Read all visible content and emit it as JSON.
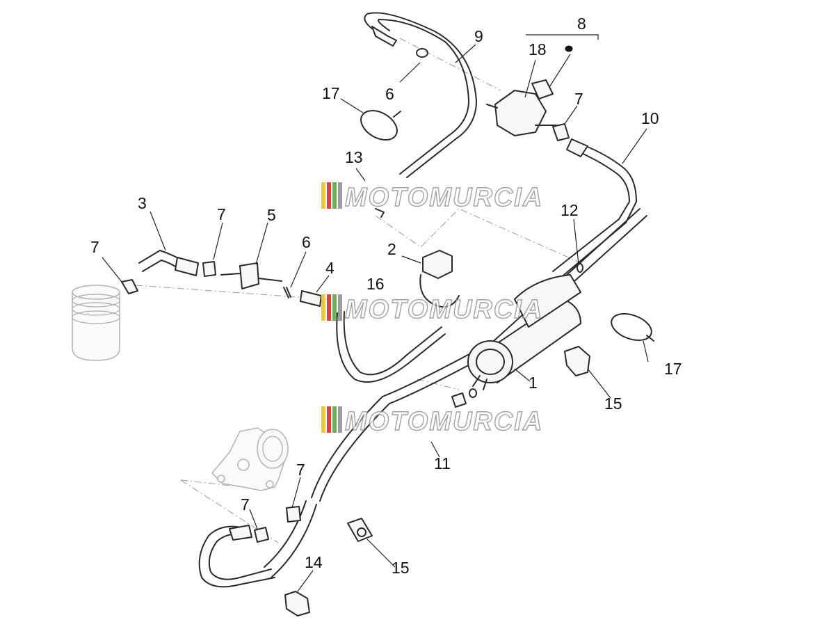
{
  "callouts": [
    {
      "id": "c1",
      "label": "1"
    },
    {
      "id": "c2",
      "label": "2"
    },
    {
      "id": "c3",
      "label": "3"
    },
    {
      "id": "c4",
      "label": "4"
    },
    {
      "id": "c5",
      "label": "5"
    },
    {
      "id": "c6a",
      "label": "6"
    },
    {
      "id": "c6b",
      "label": "6"
    },
    {
      "id": "c7a",
      "label": "7"
    },
    {
      "id": "c7b",
      "label": "7"
    },
    {
      "id": "c7c",
      "label": "7"
    },
    {
      "id": "c7d",
      "label": "7"
    },
    {
      "id": "c7e",
      "label": "7"
    },
    {
      "id": "c8",
      "label": "8"
    },
    {
      "id": "c9",
      "label": "9"
    },
    {
      "id": "c10",
      "label": "10"
    },
    {
      "id": "c11",
      "label": "11"
    },
    {
      "id": "c12",
      "label": "12"
    },
    {
      "id": "c13",
      "label": "13"
    },
    {
      "id": "c14",
      "label": "14"
    },
    {
      "id": "c15a",
      "label": "15"
    },
    {
      "id": "c15b",
      "label": "15"
    },
    {
      "id": "c16",
      "label": "16"
    },
    {
      "id": "c17a",
      "label": "17"
    },
    {
      "id": "c17b",
      "label": "17"
    },
    {
      "id": "c18",
      "label": "18"
    }
  ],
  "watermark": {
    "text": "MOTOMURCIA",
    "stripe_colors": [
      "#e8c84a",
      "#d8453a",
      "#6fae5a",
      "#9e9e9e"
    ]
  }
}
